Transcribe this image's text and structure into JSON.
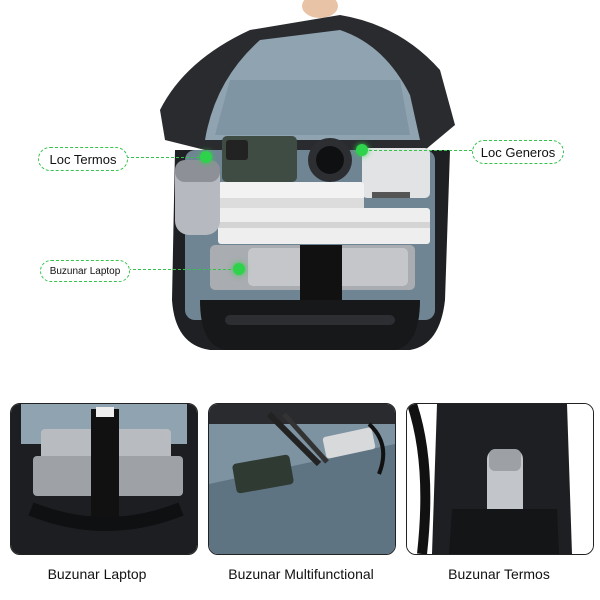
{
  "callouts": {
    "thermos": "Loc Termos",
    "powerbank": "Loc Generos",
    "laptop": "Buzunar Laptop"
  },
  "captions": {
    "laptop": "Buzunar Laptop",
    "multi": "Buzunar Multifunctional",
    "thermos": "Buzunar Termos"
  },
  "colors": {
    "accent_green": "#2fd24b",
    "bag_black": "#1c1d20",
    "lining_blue": "#8fa3b0"
  }
}
